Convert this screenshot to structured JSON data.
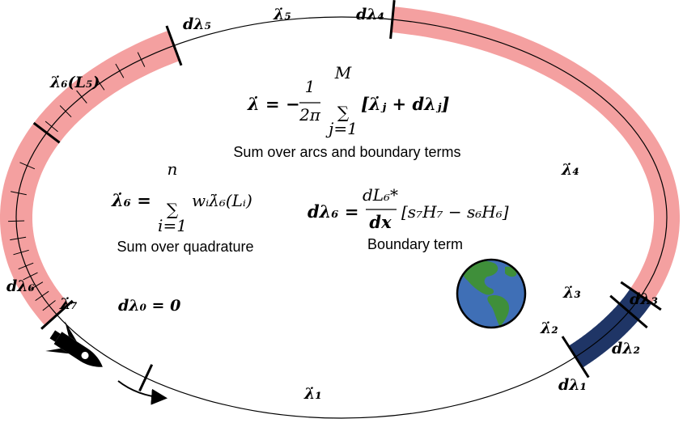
{
  "arc_labels": {
    "l5": "λ̇₅",
    "dl4": "dλ₄",
    "dl5": "dλ₅",
    "l6L5": "λ̇₆(L₅)",
    "l4": "λ̇₄",
    "dl6": "dλ₆",
    "l7": "λ̇₇",
    "dl0": "dλ₀ = 0",
    "l3": "λ̇₃",
    "dl3": "dλ₃",
    "l2": "λ̇₂",
    "dl2": "dλ₂",
    "dl1": "dλ₁",
    "l1": "λ̇₁"
  },
  "equations": {
    "sum": {
      "lhs": "λ̇ = −",
      "frac_num": "1",
      "frac_den": "2π",
      "sigma": "∑",
      "upper": "M",
      "lower": "j=1",
      "body": "[λ̇ⱼ + dλⱼ]",
      "caption": "Sum over arcs and boundary terms"
    },
    "quad": {
      "lhs": "λ̇₆ =",
      "sigma": "∑",
      "upper": "n",
      "lower": "i=1",
      "body": "wᵢλ̇₆(Lᵢ)",
      "caption": "Sum over quadrature"
    },
    "boundary": {
      "lhs": "dλ₆ =",
      "frac_num": "dL₆*",
      "frac_den": "dx",
      "body": "[s₇H₇ − s₆H₆]",
      "caption": "Boundary term"
    }
  },
  "colors": {
    "arc_pink": "#f4a0a0",
    "arc_navy": "#1f3566",
    "ocean": "#3f6fb6",
    "land": "#3f8f3a"
  },
  "icons": [
    "rocket-icon",
    "motion-arrow-icon",
    "earth-icon"
  ]
}
